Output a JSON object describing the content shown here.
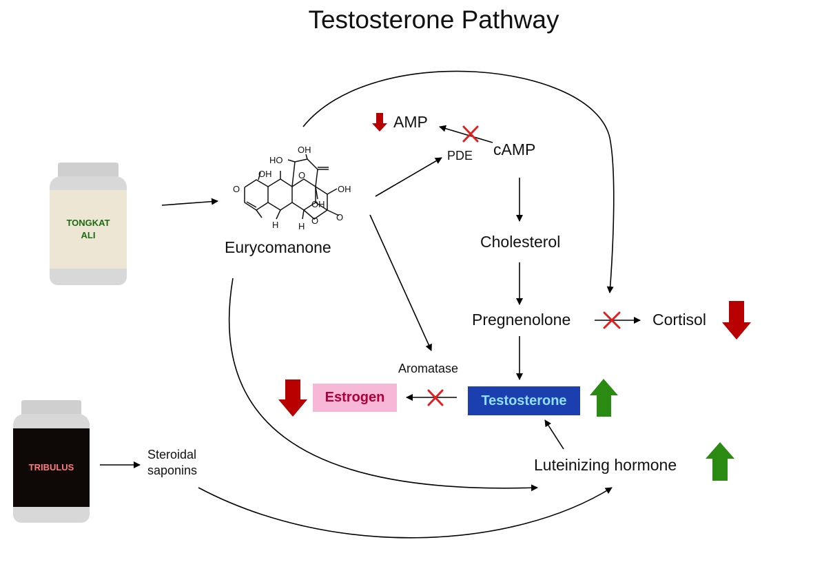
{
  "title": "Testosterone Pathway",
  "colors": {
    "down_arrow": "#b80000",
    "up_arrow": "#2a8a12",
    "x_mark": "#e02020",
    "testosterone_box": "#1c3fb0",
    "testosterone_text": "#8fe0ff",
    "estrogen_box": "#f7b8d8",
    "estrogen_text": "#b0003a",
    "tongkat_label_bg": "#eee6d4",
    "tongkat_text": "#1a6b10",
    "tribulus_label_bg": "#0e0906",
    "tribulus_text": "#ff7a7a",
    "jar_gray": "#d6d6d6"
  },
  "supplements": {
    "tongkat": {
      "line1": "TONGKAT",
      "line2": "ALI"
    },
    "tribulus": {
      "label": "TRIBULUS"
    }
  },
  "compounds": {
    "eurycomanone": "Eurycomanone",
    "steroidal_saponins": {
      "line1": "Steroidal",
      "line2": "saponins"
    }
  },
  "molecule_labels": {
    "oh_top": "OH",
    "ho_top": "HO",
    "oh_left": "OH",
    "o_bridge": "O",
    "oh_right": "OH",
    "oh_center": "OH",
    "o_ketone": "O",
    "h_left": "H",
    "h_bottom": "H",
    "o_ring": "O",
    "o_lactone": "O"
  },
  "nodes": {
    "amp": "AMP",
    "pde": "PDE",
    "camp": "cAMP",
    "cholesterol": "Cholesterol",
    "pregnenolone": "Pregnenolone",
    "cortisol": "Cortisol",
    "aromatase": "Aromatase",
    "estrogen": "Estrogen",
    "testosterone": "Testosterone",
    "lh": "Luteinizing hormone"
  },
  "icons": {
    "down": "down-arrow-icon",
    "up": "up-arrow-icon",
    "inhibit": "x-mark-icon"
  }
}
